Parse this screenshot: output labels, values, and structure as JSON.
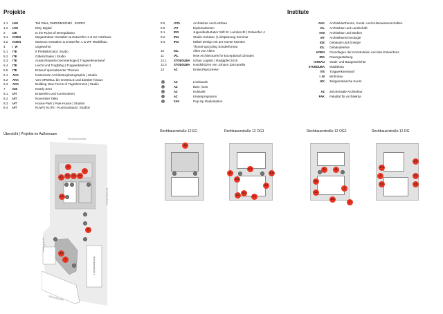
{
  "projekte": {
    "title": "Projekte",
    "items": [
      {
        "n": "1.1",
        "c": "IAM",
        "t": "Tall Tales, DM0/DM1/DM2 , ESPEZ"
      },
      {
        "n": "1.2",
        "c": "IAM",
        "t": "Dirty Digital"
      },
      {
        "n": "2",
        "c": "IZK",
        "t": "In the Ruins of Deregulation"
      },
      {
        "n": "3.1",
        "c": "KOEN",
        "t": "Megastruktur Gestalten & Entwerfen 2 & K2 Holzhaus"
      },
      {
        "n": "3.2",
        "c": "KOEN",
        "t": "Museum Gestalten & Entwerfen 1 & WF Modellbau"
      },
      {
        "n": "4",
        "c": "I_W",
        "t": "ungewohnt"
      },
      {
        "n": "5.1",
        "c": "ITE",
        "t": "Il Prefabbricato | Studio"
      },
      {
        "n": "5.2",
        "c": "ITE",
        "t": "Gitterschalen | Studio"
      },
      {
        "n": "5.3",
        "c": "ITE",
        "t": "Aussichtswarte Demmerkogel | Tragwerksentwurf"
      },
      {
        "n": "5.4",
        "c": "ITE",
        "t": "Leicht und Tragfähig | Tragwerkslehre 2"
      },
      {
        "n": "5.5",
        "c": "ITE",
        "t": "Entwurf spezialisierter Themen"
      },
      {
        "n": "6.1",
        "c": "AKK",
        "t": "Inszenierte Architekturphotographie | Studio"
      },
      {
        "n": "6.2",
        "c": "AKK",
        "t": "Von ORWELL bis GOOGLE und darüber hinaus"
      },
      {
        "n": "6.3",
        "c": "AKK",
        "t": "Building New Forms of Togetherness | Studio"
      },
      {
        "n": "7",
        "c": "IGE",
        "t": "Nearly Zero"
      },
      {
        "n": "8.1",
        "c": "IAT",
        "t": "Entwerfen und Konstruieren"
      },
      {
        "n": "8.2",
        "c": "IAT",
        "t": "November Talks"
      },
      {
        "n": "8.3",
        "c": "IAT",
        "t": "House-Park | Park-House | Studios"
      },
      {
        "n": "8.4",
        "c": "IAT",
        "t": "KUWI | KUTE - Kunstcampus | Studios"
      }
    ],
    "items2": [
      {
        "n": "8.5",
        "c": "IATh",
        "t": "Architektur und Holzbau"
      },
      {
        "n": "8.6",
        "c": "IAT",
        "t": "Diplomarbeiten"
      },
      {
        "n": "9.1",
        "c": "IRG",
        "t": "Jugendkulturlabor Stift St. Lambrecht | Entwerfen 4"
      },
      {
        "n": "9.2",
        "c": "IRG",
        "t": "Studio Golubac | Lichtplanung Seminar"
      },
      {
        "n": "9.3",
        "c": "IRG",
        "t": "Möbel Design mit pro-mente Kärnten"
      },
      {
        "n": "",
        "c": "",
        "t": "Thonet-upcycling Sonderformat"
      },
      {
        "n": "10",
        "c": "IGL",
        "t": "Alles von Allem"
      },
      {
        "n": "11",
        "c": "IAL",
        "t": "New Architectures for Exceptional Climates"
      },
      {
        "n": "12.1",
        "c": "STOEDUBA",
        "t": "Urban Logistic | Radgipfel 2019"
      },
      {
        "n": "12.2",
        "c": "STOEDUBA",
        "t": "Handskizzen von Johann Zancanella"
      },
      {
        "n": "13",
        "c": "AZ",
        "t": "Entwurfsprozesse"
      }
    ],
    "events": [
      {
        "c": "AZ",
        "t": "Livebands"
      },
      {
        "c": "AZ",
        "t": "Bars | DJs"
      },
      {
        "c": "AZ",
        "t": "Kulinarik"
      },
      {
        "c": "AZ",
        "t": "Kinderprogramm"
      },
      {
        "c": "FAK",
        "t": "Pop-Up Radiostation"
      }
    ]
  },
  "institute": {
    "title": "Institute",
    "items": [
      {
        "c": "AKK",
        "t": "Architekturtheorie, Kunst- und Kulturwissenschaften"
      },
      {
        "c": "IAL",
        "t": "Architektur und Landschaft"
      },
      {
        "c": "IAM",
        "t": "Architektur und Medien"
      },
      {
        "c": "IAT",
        "t": "Architekturtechnologie"
      },
      {
        "c": "IGE",
        "t": "Gebäude und Energie"
      },
      {
        "c": "IGL",
        "t": "Gebäudelehre"
      },
      {
        "c": "KOEN",
        "t": "Grundlagen der Konstruktion und des Entwerfens"
      },
      {
        "c": "IRG",
        "t": "Raumgestaltung"
      },
      {
        "c": "ISTBAU",
        "t": "Stadt- und Baugeschichte"
      },
      {
        "c": "STOEDUBA",
        "t": "Städtebau"
      },
      {
        "c": "ITE",
        "t": "Tragwerksentwurf"
      },
      {
        "c": "I_W",
        "t": "Wohnbau"
      },
      {
        "c": "IZK",
        "t": "Zeitgenössische Kunst"
      }
    ],
    "extra": [
      {
        "c": "AZ",
        "t": "Zeichensäle Architektur"
      },
      {
        "c": "FAK",
        "t": "Fakultät für Architektur"
      }
    ]
  },
  "map": {
    "caption": "Übersicht | Projekte im Außenraum",
    "streets": [
      "Rechbauerstraße",
      "Technikerstraße",
      "Lessingstraße",
      "Mandellstraße",
      "Technikerstraße 4"
    ],
    "markers": [
      "1.1",
      "2",
      "6.1",
      "5.3",
      "3.1",
      "5.4",
      "6.2",
      "13",
      "8.4",
      "7"
    ]
  },
  "plans": [
    {
      "caption": "Rechbauerstraße 12 EG",
      "markers": [
        "1.2"
      ]
    },
    {
      "caption": "Rechbauerstraße 12 OG1",
      "markers": [
        "8.4",
        "11",
        "8.3",
        "8.6",
        "5.5",
        "8.2",
        "5.1",
        "8.1"
      ]
    },
    {
      "caption": "Rechbauerstraße 12 OG2",
      "markers": [
        "12",
        "13",
        "9.1",
        "3.2",
        "12.1",
        "7",
        "7"
      ]
    },
    {
      "caption": "Rechbauerstraße 12 DG",
      "markers": [
        "12.2",
        "6.1",
        "4",
        "5.2",
        "6.3",
        "9.3"
      ]
    }
  ],
  "colors": {
    "marker": "#e8321f",
    "event": "#777777"
  }
}
